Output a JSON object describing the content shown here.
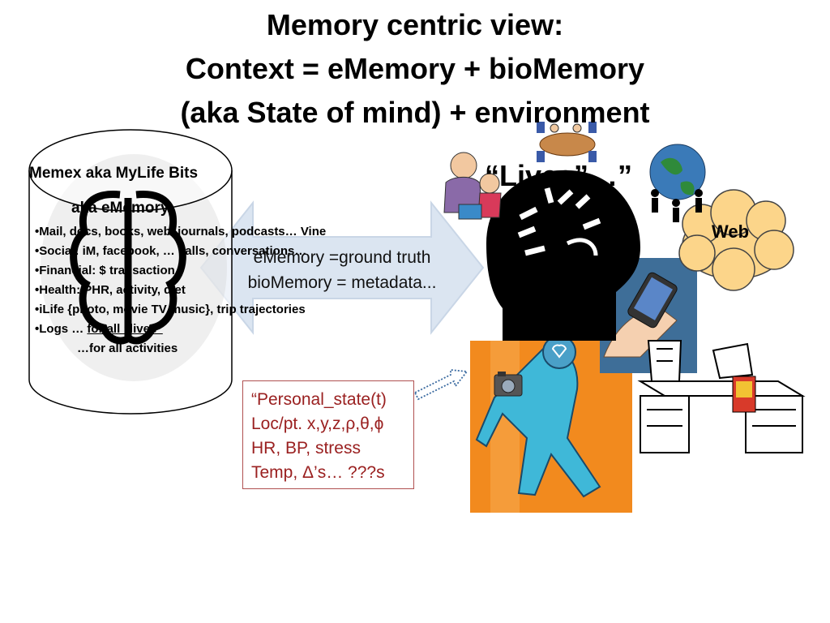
{
  "title": {
    "line1": "Memory centric view:",
    "line2": "Context = eMemory + bioMemory",
    "line3": "(aka State of mind) + environment"
  },
  "cylinder": {
    "title": "Memex  aka MyLife Bits",
    "subtitle": "aka eMemory",
    "items": [
      "•Mail, docs, books, web, journals, podcasts… Vine",
      "•Social: iM, facebook, … calls, conversations…",
      "•Financial: $ transaction",
      "•Health: PHR, activity, diet",
      "•iLife {photo, movie  TV music}, trip trajectories"
    ],
    "logs_prefix": "•Logs … ",
    "logs_underlined": "for all “lives”",
    "logs_last": "…for all activities"
  },
  "arrow": {
    "line1": "eMemory =ground truth",
    "line2": "bioMemory = metadata..."
  },
  "lives_label": "“Lives”…”",
  "web_label": "Web",
  "personal_state": {
    "lines": [
      "“Personal_state(t)",
      "Loc/pt. x,y,z,ρ,θ,ϕ",
      "HR, BP, stress",
      "Temp, Δ’s… ???s"
    ]
  },
  "colors": {
    "arrow_fill": "#dbe5f1",
    "runner_bg": "#f28a1e",
    "cloud_fill": "#fcd58a",
    "personal_state_text": "#9a2020",
    "globe": "#3a7ab8"
  }
}
